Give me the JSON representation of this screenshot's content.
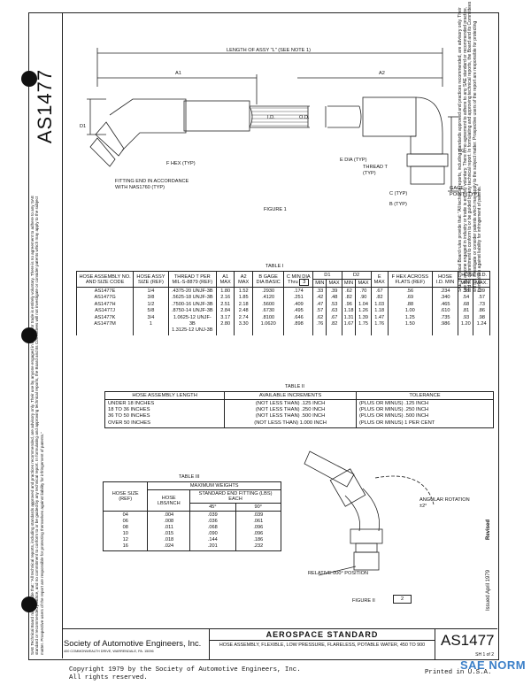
{
  "doc_number": "AS1477",
  "notice_text": "SAE Technical Board rules provide that: \"All technical reports, including standards approved and practices recommended, are advisory only. Their use by anyone engaged in industry or trade is entirely voluntary. There is no agreement to adhere to any SAE standard or recommended practice, and no commitment to conform to or be guided by any technical report. In formulating and approving technical reports, the Board and its Committees will not investigate or consider patents which may apply to the subject matter. Prospective users of the report are responsible for protecting themselves against liability for infringement of patents.\"",
  "issued_text": "Issued April 1979",
  "revised_text": "Revised",
  "figure1": {
    "length_label": "LENGTH OF ASSY \"L\" (SEE NOTE 1)",
    "a1": "A1",
    "a2": "A2",
    "d1": "D1",
    "d2": "D2",
    "id": "I.D.",
    "od": "O.D.",
    "f_hex": "F HEX (TYP)",
    "fitting_end": "FITTING END IN ACCORDANCE WITH NAS1760 (TYP)",
    "e_dia": "E DIA (TYP)",
    "thread": "THREAD T (TYP)",
    "c_typ": "C (TYP)",
    "b_typ": "B (TYP)",
    "gage_point": "GAGE POINT (TYP)",
    "caption": "FIGURE 1"
  },
  "table1": {
    "title": "TABLE I",
    "headers": {
      "assy": "HOSE ASSEMBLY NO. AND SIZE CODE",
      "size": "HOSE ASSY SIZE (REF)",
      "thread": "THREAD T PER MIL-S-8879 (REF)",
      "a1": "A1 MAX",
      "a2": "A2 MAX",
      "b": "B GAGE DIA BASIC",
      "c": "C MIN DIA Thru",
      "c_note": "3",
      "d1": "D1",
      "d2": "D2",
      "min": "MIN",
      "max": "MAX",
      "e": "E MAX",
      "f": "F HEX ACROSS FLATS (REF)",
      "hose_id": "HOSE I.D. MIN",
      "hose_od": "HOSE O.D.",
      "min_dot": "MIN.",
      "max_dot": "MAX."
    },
    "rows": [
      [
        "AS1477E",
        "1/4",
        ".4375-20 UNJF-3B",
        "1.80",
        "1.52",
        ".2930",
        ".174",
        ".33",
        ".39",
        ".62",
        ".70",
        ".67",
        ".56",
        ".234",
        ".38",
        ".39"
      ],
      [
        "AS1477G",
        "3/8",
        ".5625-18 UNJF-3B",
        "2.16",
        "1.85",
        ".4120",
        ".251",
        ".42",
        ".48",
        ".82",
        ".90",
        ".82",
        ".69",
        ".340",
        ".54",
        ".57"
      ],
      [
        "AS1477H",
        "1/2",
        ".7500-16 UNJF-3B",
        "2.51",
        "2.18",
        ".5600",
        ".409",
        ".47",
        ".53",
        ".96",
        "1.04",
        "1.03",
        ".88",
        ".465",
        ".68",
        ".73"
      ],
      [
        "AS1477J",
        "5/8",
        ".8750-14 UNJF-3B",
        "2.84",
        "2.48",
        ".6730",
        ".495",
        ".57",
        ".63",
        "1.18",
        "1.26",
        "1.18",
        "1.00",
        ".610",
        ".81",
        ".86"
      ],
      [
        "AS1477K",
        "3/4",
        "1.0625-12 UNJF-3B",
        "3.17",
        "2.74",
        ".8100",
        ".646",
        ".62",
        ".67",
        "1.31",
        "1.39",
        "1.47",
        "1.25",
        ".735",
        ".93",
        ".98"
      ],
      [
        "AS1477M",
        "1",
        "1.3125-12 UNJ-3B",
        "2.80",
        "3.30",
        "1.0620",
        ".898",
        ".76",
        ".82",
        "1.67",
        "1.75",
        "1.76",
        "1.50",
        ".986",
        "1.20",
        "1.24"
      ]
    ]
  },
  "table2": {
    "title": "TABLE II",
    "headers": [
      "HOSE ASSEMBLY LENGTH",
      "AVAILABLE INCREMENTS",
      "TOLERANCE"
    ],
    "rows": [
      [
        "UNDER 18 INCHES",
        "(NOT LESS THAN)  .125 INCH",
        "(PLUS OR MINUS) .125 INCH"
      ],
      [
        "18 TO 36 INCHES",
        "(NOT LESS THAN)  .250 INCH",
        "(PLUS OR MINUS) .250 INCH"
      ],
      [
        "36 TO 50 INCHES",
        "(NOT LESS THAN)  .500 INCH",
        "(PLUS OR MINUS) .500 INCH"
      ],
      [
        "OVER 50 INCHES",
        "(NOT LESS THAN) 1.000 INCH",
        "(PLUS OR MINUS) 1 PER CENT"
      ]
    ]
  },
  "table3": {
    "title": "TABLE III",
    "max_weights": "MAXIMUM WEIGHTS",
    "hose_size": "HOSE SIZE (REF)",
    "hose_lb": "HOSE LBS/INCH",
    "std_end": "STANDARD END FITTING (LBS) EACH",
    "deg45": "45°",
    "deg90": "90°",
    "rows": [
      [
        "04",
        ".004",
        ".039",
        ".039"
      ],
      [
        "06",
        ".008",
        ".036",
        ".061"
      ],
      [
        "08",
        ".011",
        ".068",
        ".096"
      ],
      [
        "10",
        ".015",
        ".090",
        ".096"
      ],
      [
        "12",
        ".018",
        ".144",
        ".186"
      ],
      [
        "16",
        ".024",
        ".201",
        ".232"
      ]
    ]
  },
  "figure2": {
    "angular": "ANGULAR ROTATION ±2°",
    "relative": "RELATIVE 000° POSITION",
    "caption": "FIGURE II",
    "note": "2"
  },
  "title_block": {
    "org": "Society of Automotive Engineers, Inc.",
    "address": "400 COMMONWEALTH DRIVE, WARRENDALE, PA. 15096",
    "standard": "AEROSPACE STANDARD",
    "description": "HOSE ASSEMBLY, FLEXIBLE, LOW PRESSURE, FLARELESS, POTABLE WATER, 450 TO 900",
    "doc": "AS1477",
    "sheet": "SH 1 of 2"
  },
  "footer": {
    "copyright": "Copyright 1979 by the Society of Automotive Engineers, Inc.",
    "rights": "All rights reserved.",
    "printed": "Printed in U.S.A.",
    "watermark": "SAE NORM"
  }
}
